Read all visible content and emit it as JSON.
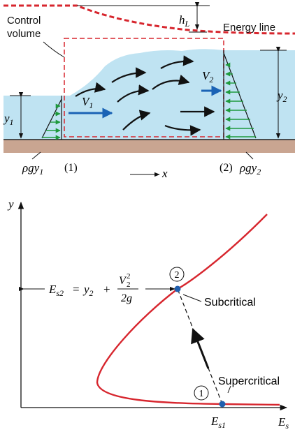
{
  "top": {
    "control_volume_line1": "Control",
    "control_volume_line2": "volume",
    "energy_line": "Energy line",
    "hL_main": "h",
    "hL_sub": "L",
    "V1_main": "V",
    "V1_sub": "1",
    "V2_main": "V",
    "V2_sub": "2",
    "y1_main": "y",
    "y1_sub": "1",
    "y2_main": "y",
    "y2_sub": "2",
    "section1": "(1)",
    "section2": "(2)",
    "pressure1_main": "ρgy",
    "pressure1_sub": "1",
    "pressure2_main": "ρgy",
    "pressure2_sub": "2",
    "x_axis": "x"
  },
  "bottom": {
    "y_axis": "y",
    "es_axis_main": "E",
    "es_axis_sub": "s",
    "es1_main": "E",
    "es1_sub": "s1",
    "eq_E": "E",
    "eq_sub": "s2",
    "eq_eq": "=",
    "eq_y": "y",
    "eq_ysub": "2",
    "eq_plus": "+",
    "eq_V": "V",
    "eq_Vsub": "2",
    "eq_Vsup": "2",
    "eq_den": "2g",
    "state1": "1",
    "state2": "2",
    "subcritical": "Subcritical",
    "supercritical": "Supercritical"
  },
  "colors": {
    "water": "#bfe3f2",
    "ground": "#c9a591",
    "red": "#d7262e",
    "green": "#1e9a3c",
    "blue": "#1a63b5",
    "point": "#1f5fae"
  }
}
